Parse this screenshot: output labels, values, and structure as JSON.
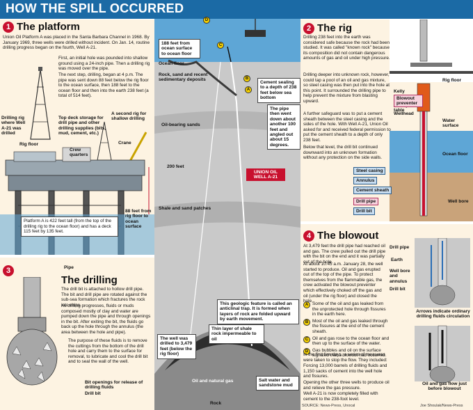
{
  "banner": {
    "title": "HOW THE SPILL OCCURRED"
  },
  "platform": {
    "num": "1",
    "title": "The platform",
    "p1": "Union Oil Platform A was placed in the Santa Barbara Channel in 1968. By January 1969, three wells were drilled without incident. On Jan. 14, routine drilling progress began on the fourth, Well A-21.",
    "p2": "First, an initial hole was pounded into shallow ground using a 24-inch pipe. Then a drilling rig was moved over the pipe.",
    "p3": "The next step, drilling, began at 4 p.m. The pipe was sent down 88 feet below the rig floor to the ocean surface, then 188 feet to the ocean floor and then into the earth 238 feet (a total of 514 feet).",
    "labels": {
      "rig_area": "Drilling rig where Well A-21 was drilled",
      "deck_storage": "Top deck storage for drill pipe and other drilling supplies (bits, mud, cement, etc.)",
      "second_rig": "A second rig for shallow drilling",
      "rig_floor": "Rig floor",
      "crew": "Crew quarters",
      "crane": "Crane",
      "height": "88 feet from rig floor to ocean surface",
      "caption": "Platform A is 422 feet tall (from the top of the drilling rig to the ocean floor) and has a deck 115 feet by 135 feet."
    }
  },
  "drilling": {
    "num": "3",
    "title": "The drilling",
    "pipe_label": "Pipe",
    "p1": "The drill bit is attached to hollow drill pipe. The bit and drill pipe are rotated against the sub-sea formation which fractures the rock into chips.",
    "p2": "As drilling progresses, fluids or muds composed mostly of clay and water are pumped down the pipe and through openings in the bit. After exiting the bit, the fluids go back up the hole through the annulus (the area between the hole and pipe).",
    "p3": "The purpose of these fluids is to remove the cuttings from the bottom of the drill hole and carry them to the surface for removal, to lubricate and cool the drill bit and to seal the wall of the well.",
    "bit_openings": "Bit openings for release of drilling fluids",
    "drill_bit": "Drill bit"
  },
  "center": {
    "ocean_depth": "188 feet from ocean surface to ocean floor",
    "ocean_floor": "Ocean floor",
    "sediment": "Rock, sand and recent sedimentary deposits",
    "cement_note": "Cement sealing to a depth of 238 feet below sea bottom",
    "angle_note": "The pipe then went down about another 100 feet and angled out about 15 degrees.",
    "oil_sands": "Oil-bearing sands",
    "depth_200": "200 feet",
    "well_label": "UNION OIL WELL A-21",
    "shale_sand": "Shale and sand patches",
    "anticline": "This geologic feature is called an anticlinal trap. It is formed when layers of rock are folded upward by earth movement.",
    "shale_layer": "Thin layer of shale rock impermeable to oil",
    "well_depth": "The well was drilled to 3,479 feet (below the rig floor)",
    "oil_gas": "Oil and natural gas",
    "salt_water": "Salt water and sandstone mud",
    "rock": "Rock",
    "markers": [
      "A",
      "B",
      "C",
      "D"
    ]
  },
  "rig": {
    "num": "2",
    "title": "The rig",
    "p1": "Drilling 238 feet into the earth was considered safe because the rock had been studied. It was called \"known rock\" because its composition did not contain dangerous amounts of gas and oil under high pressure.",
    "p2": "Drilling deeper into unknown rock, however, could tap a pool of an oil and gas mixture, so steel casing was then put into the hole at this point. It surrounded the drilling pipe to help prevent the mixture from blasting upward.",
    "p3": "A further safeguard was to put a cement sheath between the steel casing and the sides of the hole. With Well A-21, Union Oil asked for and received federal permission to put the cement sheath to a depth of only 238 feet.",
    "p4": "Below that level, the drill bit continued downward into an unknown formation without any protection on the side walls.",
    "labels": {
      "kelly": "Kelly",
      "rotary": "Rotary table",
      "rig_floor": "Rig floor",
      "bop": "Blowout preventer",
      "wellhead": "Wellhead",
      "water_surface": "Water surface",
      "ocean_floor": "Ocean floor",
      "steel_casing": "Steel casing",
      "annulus": "Annulus",
      "cement_sheath": "Cement sheath",
      "drill_pipe": "Drill pipe",
      "drill_bit": "Drill bit",
      "well_bore": "Well bore"
    }
  },
  "blowout": {
    "num": "4",
    "title": "The blowout",
    "p1": "At 3,479 feet the drill pipe had reached oil and gas. The crew pulled out the drill pipe with the bit on the end and it was partially out of the hole.",
    "p2": "At about 10:45 a.m. January 28, the well started to produce. Oil and gas erupted out of the top of the pipe. To protect themselves from the flammable gas, the crew activated the blowout preventer which effectively choked off the gas and oil (under the rig floor) and closed the hole.",
    "items": [
      {
        "key": "A",
        "text": "Some of the oil and gas leaked from the unprotected hole through fissures in the earth here."
      },
      {
        "key": "B",
        "text": "Most of the oil and gas leaked through the fissures at the end of the cement sheath."
      },
      {
        "key": "C",
        "text": "Oil and gas rose to the ocean floor and then up to the surface of the water."
      },
      {
        "key": "D",
        "text": "Gas bubbles and oil on the surface signaled that a blowout had occurred."
      }
    ],
    "p3": "In the first few days, a series of measures were taken to stop the flow. They included:",
    "bullets": [
      "Forcing 13,000 barrels of drilling fluids and 1,150 sacks of cement into the well hole and fissures.",
      "Opening the other three wells to produce oil and relieve the gas pressure.",
      "Well A-21 is now completely filled with cement to the 238-foot level."
    ],
    "labels": {
      "drill_pipe": "Drill pipe",
      "earth": "Earth",
      "well_bore": "Well bore and annulus",
      "drill_bit": "Drill bit",
      "normal_caption": "Arrows indicate ordinary drilling fluids circulation",
      "blowout_caption": "Oil and gas flow just before blowout"
    }
  },
  "footer": {
    "source": "SOURCE: News-Press, Unocal",
    "credit": "Joe Shoulak/News-Press"
  },
  "colors": {
    "banner": "#1b6aa5",
    "ocean": "#5ea6d6",
    "earth": "#c9c9c9",
    "panel": "#fdf3e2",
    "accent_red": "#c8102e",
    "marker_yellow": "#f5d000"
  }
}
